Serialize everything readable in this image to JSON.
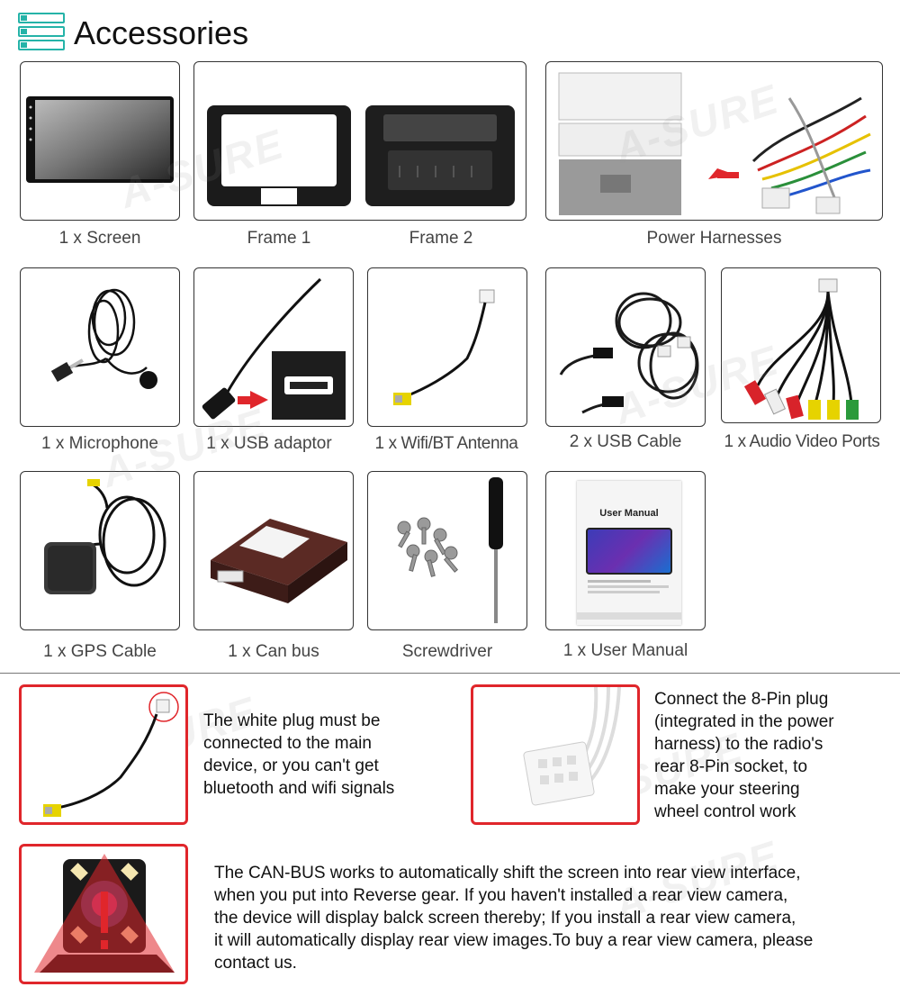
{
  "header": {
    "title": "Accessories"
  },
  "accessories": {
    "screen": "1 x Screen",
    "frame1": "Frame 1",
    "frame2": "Frame 2",
    "power_harnesses": "Power Harnesses",
    "microphone": "1 x Microphone",
    "usb_adaptor": "1 x USB adaptor",
    "wifi_bt_antenna": "1 x Wifi/BT Antenna",
    "usb_cable": "2 x USB Cable",
    "audio_video_ports": "1 x Audio Video Ports",
    "gps_cable": "1 x GPS Cable",
    "can_bus": "1 x Can bus",
    "screwdriver": "Screwdriver",
    "user_manual": "1 x User Manual"
  },
  "manual_cover": {
    "title": "User Manual"
  },
  "watermark": "A-SURE",
  "notes": {
    "white_plug": [
      "The white plug must be",
      "connected to the main",
      "device, or you can't get",
      "bluetooth and wifi signals"
    ],
    "eight_pin": [
      "Connect the 8-Pin plug",
      "(integrated in the power",
      "harness) to the radio's",
      "rear 8-Pin socket, to",
      "make your steering",
      "wheel control work"
    ],
    "can_bus": [
      "The CAN-BUS works to automatically shift the screen into rear view interface,",
      "when you put into Reverse gear. If you haven't installed a rear view camera,",
      "the device will display balck screen thereby; If you install a rear view camera,",
      "it will automatically display rear view images.To buy a rear view camera, please",
      "contact us."
    ]
  },
  "colors": {
    "accent": "#25b3a8",
    "highlight_border": "#e0262b"
  }
}
